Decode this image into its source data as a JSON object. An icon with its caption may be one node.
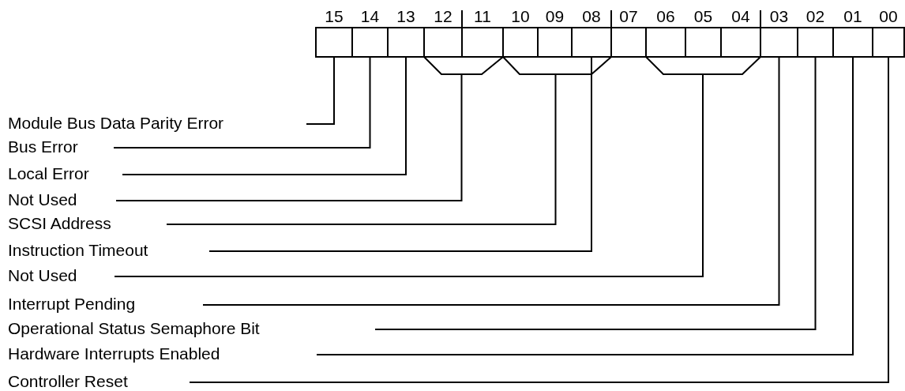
{
  "diagram": {
    "nodes": [
      {
        "text": [],
        "shape": "box",
        "beside": [
          "15"
        ]
      },
      {
        "text": [],
        "shape": "box",
        "beside": [
          "14"
        ]
      },
      {
        "text": [],
        "shape": "box",
        "beside": [
          "13"
        ]
      },
      {
        "text": [],
        "shape": "box",
        "beside": [
          "12"
        ]
      },
      {
        "text": [],
        "shape": "box",
        "beside": [
          "11"
        ]
      },
      {
        "text": [],
        "shape": "box",
        "beside": [
          "10"
        ]
      },
      {
        "text": [],
        "shape": "box",
        "beside": [
          "09"
        ]
      },
      {
        "text": [],
        "shape": "box",
        "beside": [
          "08"
        ]
      },
      {
        "text": [],
        "shape": "box",
        "beside": [
          "07"
        ]
      },
      {
        "text": [],
        "shape": "box",
        "beside": [
          "06"
        ]
      },
      {
        "text": [],
        "shape": "box",
        "beside": [
          "05"
        ]
      },
      {
        "text": [],
        "shape": "box",
        "beside": [
          "04"
        ]
      },
      {
        "text": [],
        "shape": "box",
        "beside": [
          "03"
        ]
      },
      {
        "text": [],
        "shape": "box",
        "beside": [
          "02"
        ]
      },
      {
        "text": [],
        "shape": "box",
        "beside": [
          "01"
        ]
      },
      {
        "text": [],
        "shape": "box",
        "beside": [
          "00"
        ]
      },
      {
        "text": [],
        "shape": "bracket"
      },
      {
        "text": [],
        "shape": "bracket"
      },
      {
        "text": [],
        "shape": "bracket"
      },
      {
        "text": [
          "Module Bus Data Parity Error"
        ]
      },
      {
        "text": [
          "Bus Error"
        ]
      },
      {
        "text": [
          "Local Error"
        ]
      },
      {
        "text": [
          "Not Used"
        ]
      },
      {
        "text": [
          "SCSI Address"
        ]
      },
      {
        "text": [
          "Instruction Timeout"
        ]
      },
      {
        "text": [
          "Not Used"
        ]
      },
      {
        "text": [
          "Interrupt Pending"
        ]
      },
      {
        "text": [
          "Operational Status Semaphore Bit"
        ]
      },
      {
        "text": [
          "Hardware Interrupts Enabled"
        ]
      },
      {
        "text": [
          "Controller Reset"
        ]
      }
    ],
    "edges": [
      {
        "from": 19,
        "to": 0,
        "arrow": "none"
      },
      {
        "from": 20,
        "to": 1,
        "arrow": "none"
      },
      {
        "from": 21,
        "to": 2,
        "arrow": "none"
      },
      {
        "from": 22,
        "to": 16,
        "arrow": "none"
      },
      {
        "from": 23,
        "to": 17,
        "arrow": "none"
      },
      {
        "from": 24,
        "to": 7,
        "arrow": "none"
      },
      {
        "from": 25,
        "to": 18,
        "arrow": "none"
      },
      {
        "from": 26,
        "to": 12,
        "arrow": "none"
      },
      {
        "from": 27,
        "to": 13,
        "arrow": "none"
      },
      {
        "from": 28,
        "to": 14,
        "arrow": "none"
      },
      {
        "from": 29,
        "to": 15,
        "arrow": "none"
      }
    ]
  }
}
